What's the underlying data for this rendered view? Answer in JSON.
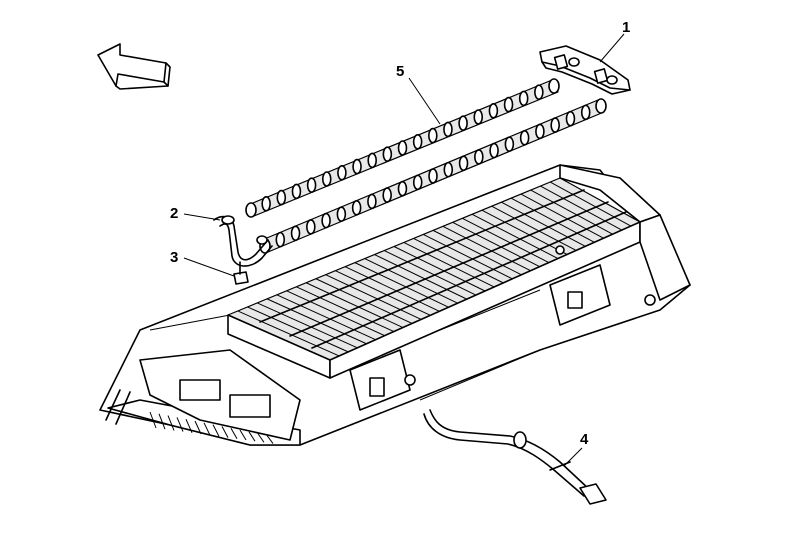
{
  "callouts": [
    {
      "id": "1",
      "label": "1"
    },
    {
      "id": "2",
      "label": "2"
    },
    {
      "id": "3",
      "label": "3"
    },
    {
      "id": "4",
      "label": "4"
    },
    {
      "id": "5",
      "label": "5"
    }
  ],
  "direction_arrow": {
    "icon": "left-arrow-icon"
  }
}
